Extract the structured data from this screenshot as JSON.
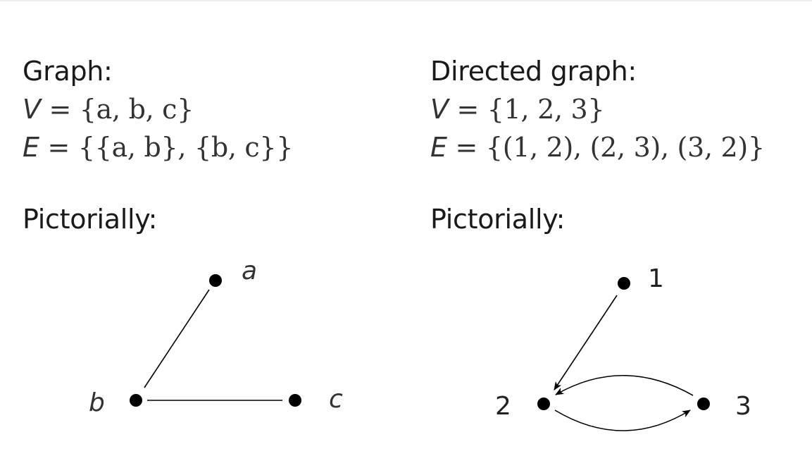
{
  "left": {
    "heading": "Graph:",
    "vertex_set": {
      "lhs": "V",
      "rhs": "= {a, b, c}"
    },
    "edge_set": {
      "lhs": "E",
      "rhs": "= {{a, b}, {b, c}}"
    },
    "pictorial_label": "Pictorially:",
    "nodes": [
      "a",
      "b",
      "c"
    ]
  },
  "right": {
    "heading": "Directed graph:",
    "vertex_set": {
      "lhs": "V",
      "rhs": "= {1, 2, 3}"
    },
    "edge_set": {
      "lhs": "E",
      "rhs": "= {(1, 2), (2, 3), (3, 2)}"
    },
    "pictorial_label": "Pictorially:",
    "nodes": [
      "1",
      "2",
      "3"
    ]
  }
}
